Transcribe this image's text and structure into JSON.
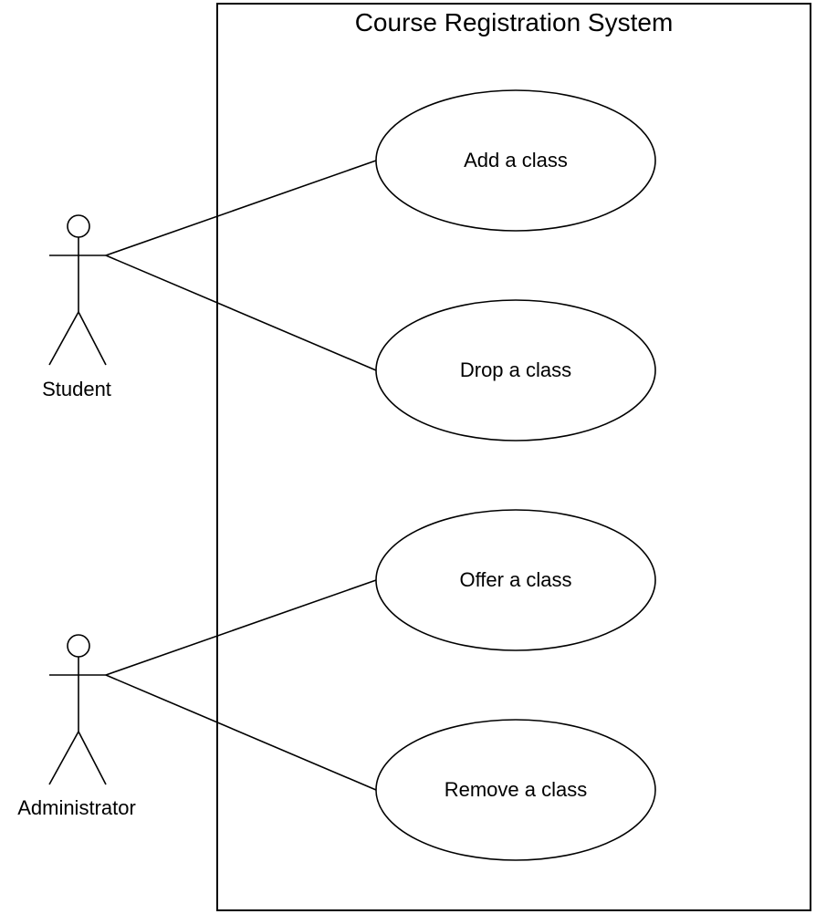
{
  "diagram": {
    "type": "uml-use-case",
    "system": {
      "title": "Course Registration System"
    },
    "actors": [
      {
        "id": "student",
        "label": "Student",
        "icon": "stick-figure-icon"
      },
      {
        "id": "administrator",
        "label": "Administrator",
        "icon": "stick-figure-icon"
      }
    ],
    "use_cases": [
      {
        "id": "add",
        "label": "Add a class"
      },
      {
        "id": "drop",
        "label": "Drop a class"
      },
      {
        "id": "offer",
        "label": "Offer a class"
      },
      {
        "id": "remove",
        "label": "Remove a class"
      }
    ],
    "associations": [
      {
        "from": "student",
        "to": "add"
      },
      {
        "from": "student",
        "to": "drop"
      },
      {
        "from": "administrator",
        "to": "offer"
      },
      {
        "from": "administrator",
        "to": "remove"
      }
    ],
    "colors": {
      "stroke": "#000000",
      "background": "#ffffff"
    }
  }
}
